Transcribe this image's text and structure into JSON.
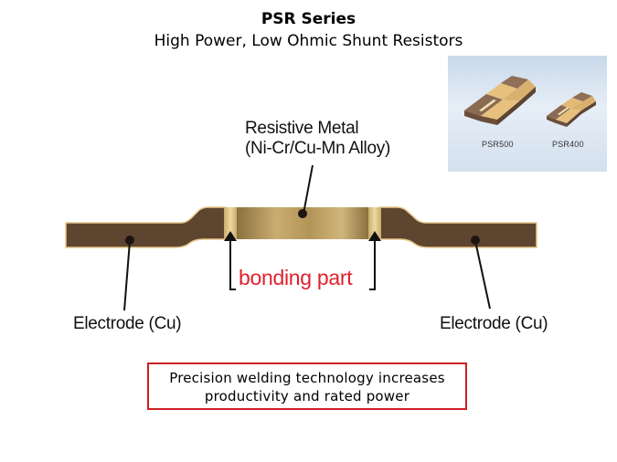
{
  "slide": {
    "title": "PSR Series",
    "subtitle": "High Power, Low Ohmic Shunt Resistors"
  },
  "product_photo": {
    "items": [
      {
        "label": "PSR500"
      },
      {
        "label": "PSR400"
      }
    ]
  },
  "diagram": {
    "resistive_metal_line1": "Resistive Metal",
    "resistive_metal_line2": "(Ni-Cr/Cu-Mn Alloy)",
    "electrode_left": "Electrode (Cu)",
    "electrode_right": "Electrode (Cu)",
    "bonding_part": "bonding part",
    "colors": {
      "electrode": "#5e4530",
      "alloy": "#b89a5e",
      "bonding_label": "#e0212d"
    }
  },
  "callout": {
    "line1": "Precision welding technology increases",
    "line2": "productivity and rated power",
    "border_color": "#cc1f25"
  }
}
